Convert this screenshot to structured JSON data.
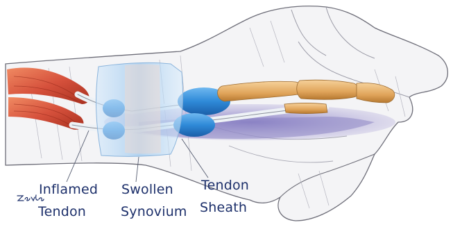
{
  "labels": {
    "inflamed_line1": "Inflamed",
    "inflamed_line2": "Tendon",
    "swollen_line1": "Swollen",
    "swollen_line2": "Synovium",
    "sheath_line1": "Tendon",
    "sheath_line2": "Sheath"
  },
  "signature": "Zoe Forbes",
  "colors": {
    "muscle": "#d6513c",
    "sheath": "#9cc8ee",
    "synovium": "#2f8ad8",
    "tendon": "#eef2f6",
    "bone": "#e5b06a",
    "shadow": "#8e86c4",
    "skin_line": "#6d6d78",
    "label_text": "#1c2f6a"
  }
}
